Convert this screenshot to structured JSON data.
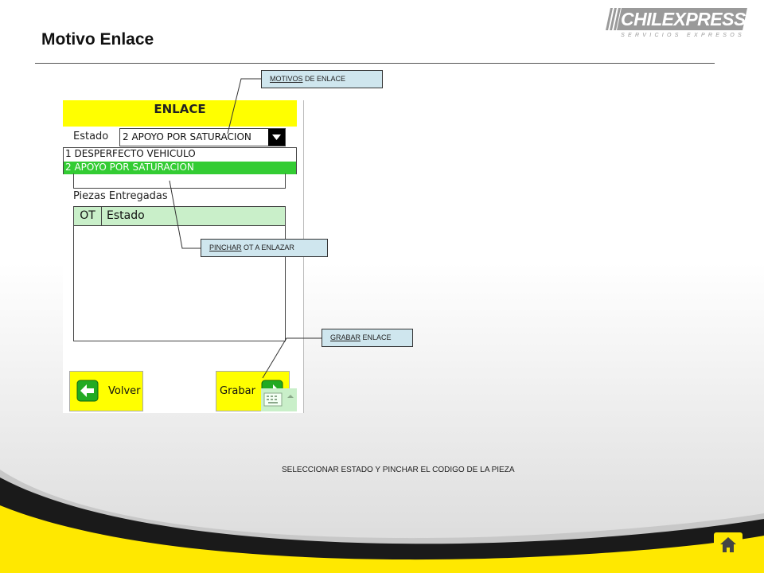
{
  "slide": {
    "title": "Motivo Enlace",
    "instruction": "SELECCIONAR ESTADO Y PINCHAR EL CODIGO DE LA PIEZA"
  },
  "logo": {
    "name": "CHILEXPRESS",
    "tagline": "SERVICIOS EXPRESOS"
  },
  "device": {
    "header": "ENLACE",
    "estado_label": "Estado",
    "estado_value": "2  APOYO POR SATURACION",
    "dropdown_options": [
      {
        "label": "1  DESPERFECTO VEHICULO",
        "selected": false
      },
      {
        "label": "2  APOYO POR SATURACION",
        "selected": true
      }
    ],
    "piezas_label": "Piezas Entregadas",
    "table_columns": [
      "OT",
      "Estado"
    ],
    "volver_label": "Volver",
    "grabar_label": "Grabar"
  },
  "callouts": {
    "motivos": {
      "underlined": "MOTIVOS",
      "rest": " DE ENLACE"
    },
    "pinchar": {
      "underlined": "PINCHAR",
      "rest": " OT A ENLAZAR"
    },
    "grabar": {
      "underlined": "GRABAR",
      "rest": " ENLACE"
    }
  },
  "colors": {
    "yellow": "#ffff00",
    "selected_green": "#33cc33",
    "table_header": "#c9efc9",
    "callout_bg": "#cfe6ee",
    "swoosh_yellow": "#ffe800"
  },
  "icons": [
    "back-arrow-icon",
    "forward-arrow-icon",
    "keyboard-icon",
    "dropdown-arrow-icon",
    "home-icon"
  ]
}
